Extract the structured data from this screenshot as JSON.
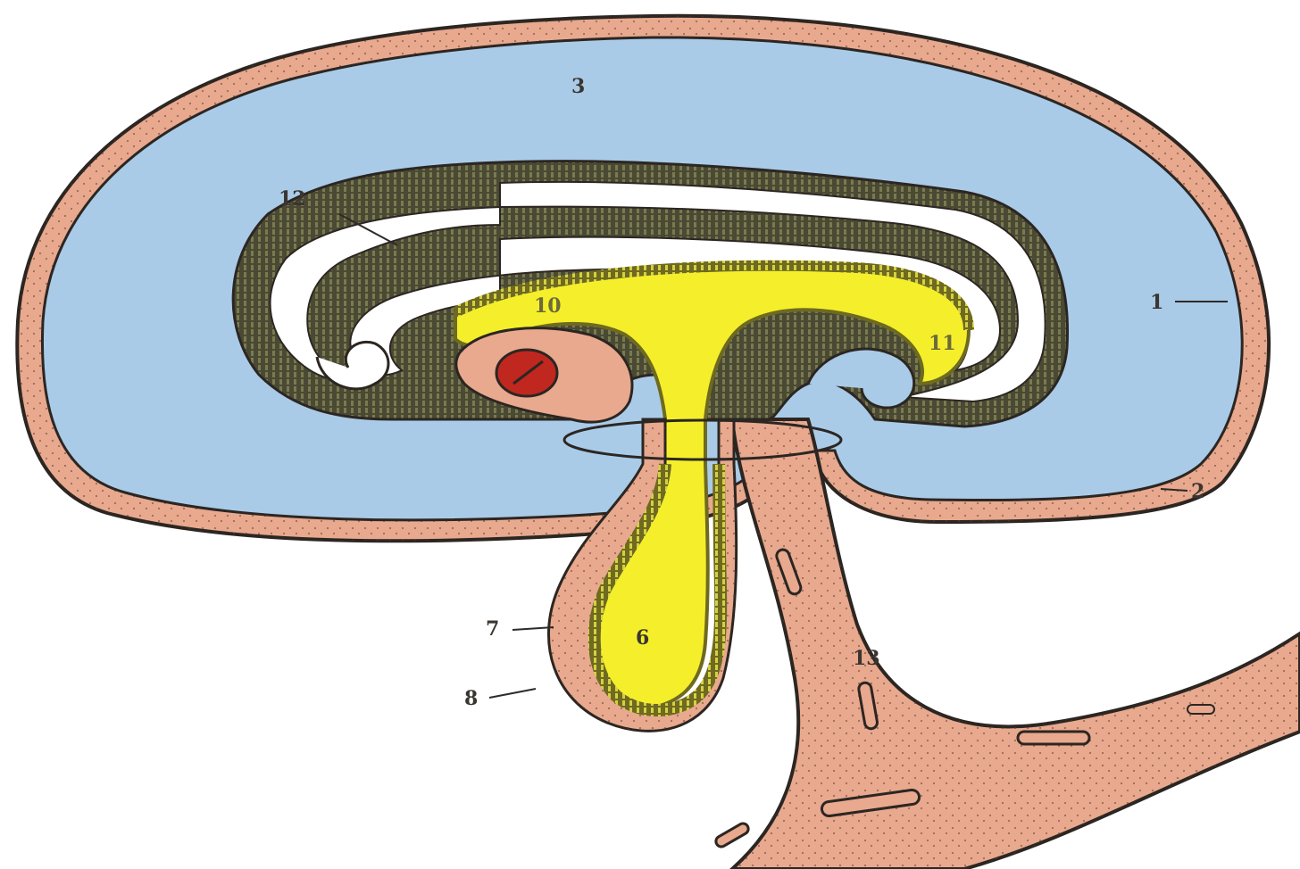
{
  "labels": {
    "l1": "1",
    "l2": "2",
    "l3": "3",
    "l6": "6",
    "l7": "7",
    "l8": "8",
    "l10": "10",
    "l11": "11",
    "l12": "12",
    "l13": "13"
  },
  "colors": {
    "background": "#ffffff",
    "amniotic_cavity": "#a9cbe8",
    "chorion_mesoderm": "#e8a98e",
    "ectoderm_band": "#4d4a33",
    "yolk_sac": "#f4ef2a",
    "heart": "#c0271f",
    "outline": "#2c2622",
    "fold_white": "#ffffff"
  }
}
